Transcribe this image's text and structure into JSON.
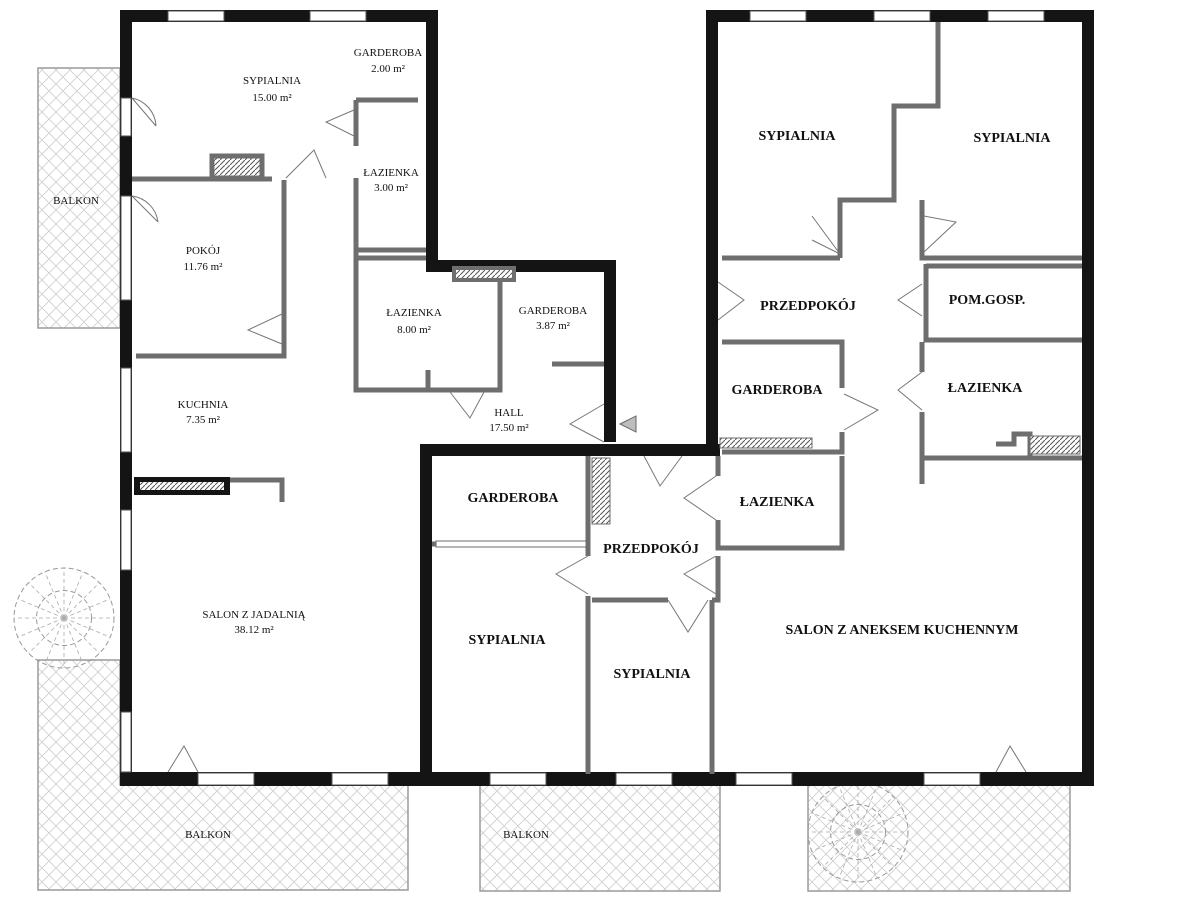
{
  "apartment_left": {
    "rooms": [
      {
        "id": "sypialnia",
        "name": "SYPIALNIA",
        "area": "15.00  m²"
      },
      {
        "id": "garderoba-top",
        "name": "GARDEROBA",
        "area": "2.00 m²"
      },
      {
        "id": "lazienka-small",
        "name": "ŁAZIENKA",
        "area": "3.00 m²"
      },
      {
        "id": "pokoj",
        "name": "POKÓJ",
        "area": "11.76 m²"
      },
      {
        "id": "lazienka-mid",
        "name": "ŁAZIENKA",
        "area": "8.00 m²"
      },
      {
        "id": "garderoba-mid",
        "name": "GARDEROBA",
        "area": "3.87 m²"
      },
      {
        "id": "kuchnia",
        "name": "KUCHNIA",
        "area": "7.35 m²"
      },
      {
        "id": "hall",
        "name": "HALL",
        "area": "17.50 m²"
      },
      {
        "id": "salon",
        "name": "SALON Z JADALNIĄ",
        "area": "38.12 m²"
      }
    ],
    "balconies": [
      "BALKON",
      "BALKON"
    ]
  },
  "apartment_right": {
    "rooms": [
      "SYPIALNIA",
      "SYPIALNIA",
      "PRZEDPOKÓJ",
      "POM.GOSP.",
      "GARDEROBA",
      "ŁAZIENKA",
      "ŁAZIENKA",
      "GARDEROBA",
      "PRZEDPOKÓJ",
      "SYPIALNIA",
      "SYPIALNIA",
      "SALON Z ANEKSEM KUCHENNYM"
    ],
    "balconies": [
      "BALKON"
    ]
  }
}
